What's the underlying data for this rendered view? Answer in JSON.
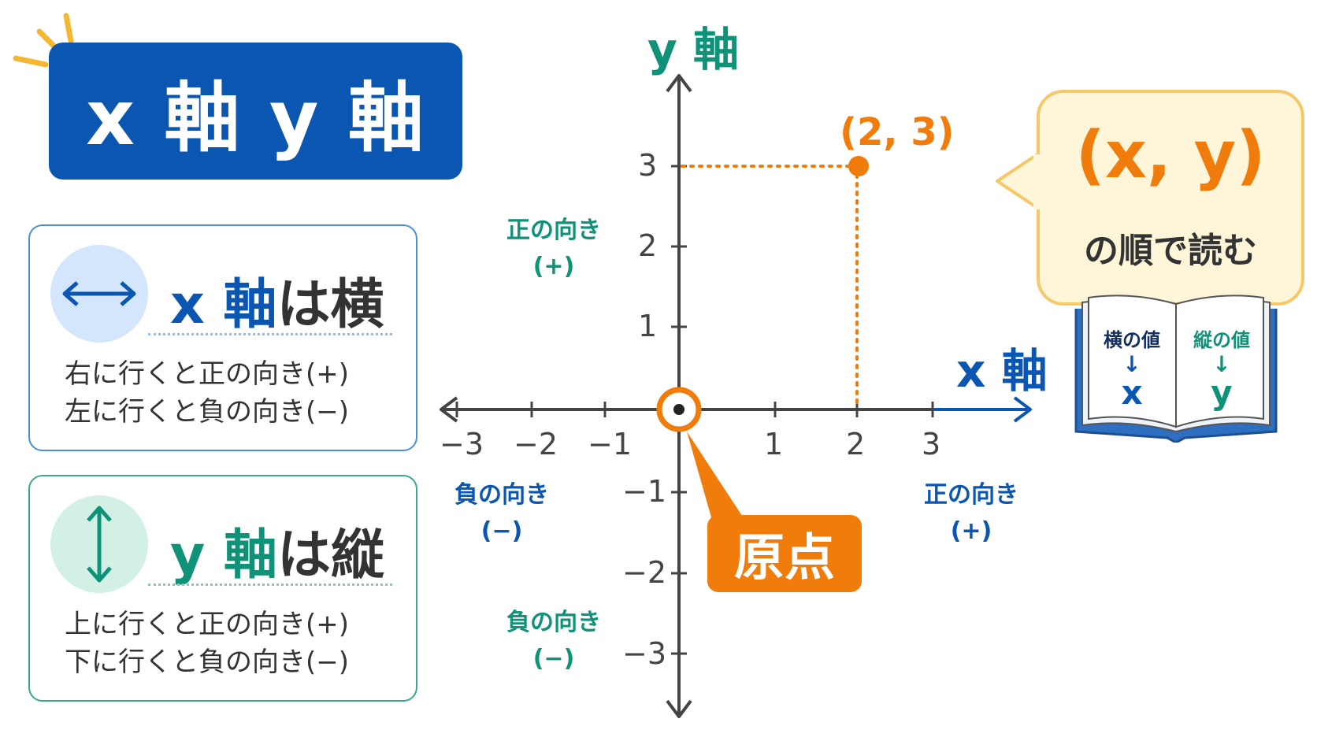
{
  "title": "x 軸 y 軸",
  "card_x": {
    "axis": "x 軸",
    "suffix": "は横",
    "line1": "右に行くと正の向き(+)",
    "line2": "左に行くと負の向き(−)",
    "icon": "left-right-arrow-icon"
  },
  "card_y": {
    "axis": "y 軸",
    "suffix": "は縦",
    "line1": "上に行くと正の向き(+)",
    "line2": "下に行くと負の向き(−)",
    "icon": "up-down-arrow-icon"
  },
  "graph": {
    "x_axis_label": "x 軸",
    "y_axis_label": "y 軸",
    "x_ticks": [
      "−3",
      "−2",
      "−1",
      "1",
      "2",
      "3"
    ],
    "y_ticks": [
      "3",
      "2",
      "1",
      "−1",
      "−2",
      "−3"
    ],
    "point_label": "(2, 3)",
    "point": {
      "x": 2,
      "y": 3
    },
    "origin_label": "原点",
    "y_positive": {
      "text": "正の向き",
      "sign": "(+)"
    },
    "y_negative": {
      "text": "負の向き",
      "sign": "(−)"
    },
    "x_negative": {
      "text": "負の向き",
      "sign": "(−)"
    },
    "x_positive": {
      "text": "正の向き",
      "sign": "(+)"
    }
  },
  "bubble": {
    "main": "(x, y)",
    "sub": "の順で読む"
  },
  "book": {
    "left_label": "横の値",
    "left_value": "x",
    "right_label": "縦の値",
    "right_value": "y",
    "arrow": "↓"
  },
  "colors": {
    "blue": "#0b56b0",
    "teal": "#0f9278",
    "orange": "#f07c0c",
    "axis": "#444444"
  }
}
